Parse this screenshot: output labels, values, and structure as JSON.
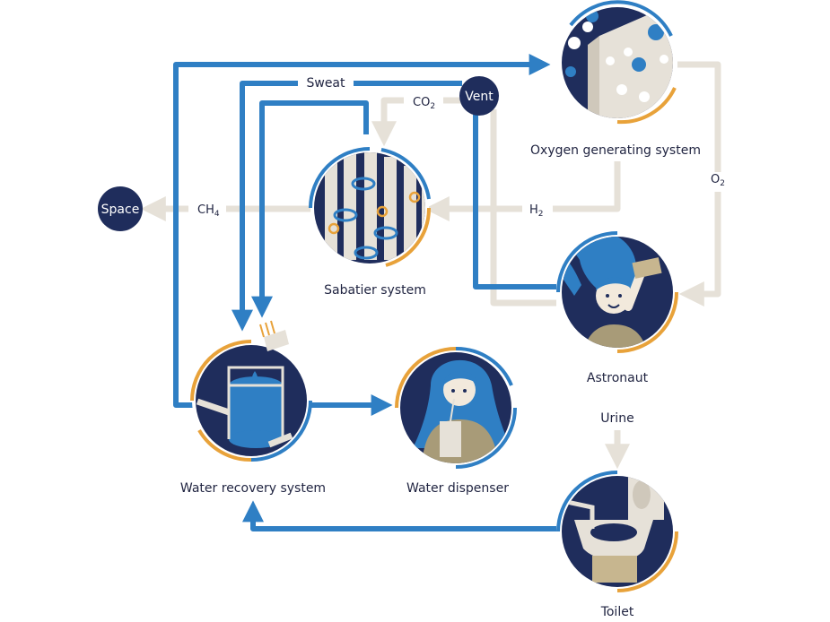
{
  "colors": {
    "navy": "#1f2d5c",
    "blue": "#2f7fc4",
    "beige": "#e6e1d8",
    "orange": "#e8a23a",
    "text": "#1f2340"
  },
  "nodes": {
    "oxygen": "Oxygen generating system",
    "sabatier": "Sabatier system",
    "astronaut": "Astronaut",
    "water_recovery": "Water recovery system",
    "water_dispenser": "Water dispenser",
    "toilet": "Toilet",
    "space": "Space",
    "vent": "Vent"
  },
  "flows": {
    "sweat": "Sweat",
    "co2_base": "CO",
    "co2_sub": "2",
    "ch4_base": "CH",
    "ch4_sub": "4",
    "h2_base": "H",
    "h2_sub": "2",
    "o2_base": "O",
    "o2_sub": "2",
    "urine": "Urine"
  }
}
